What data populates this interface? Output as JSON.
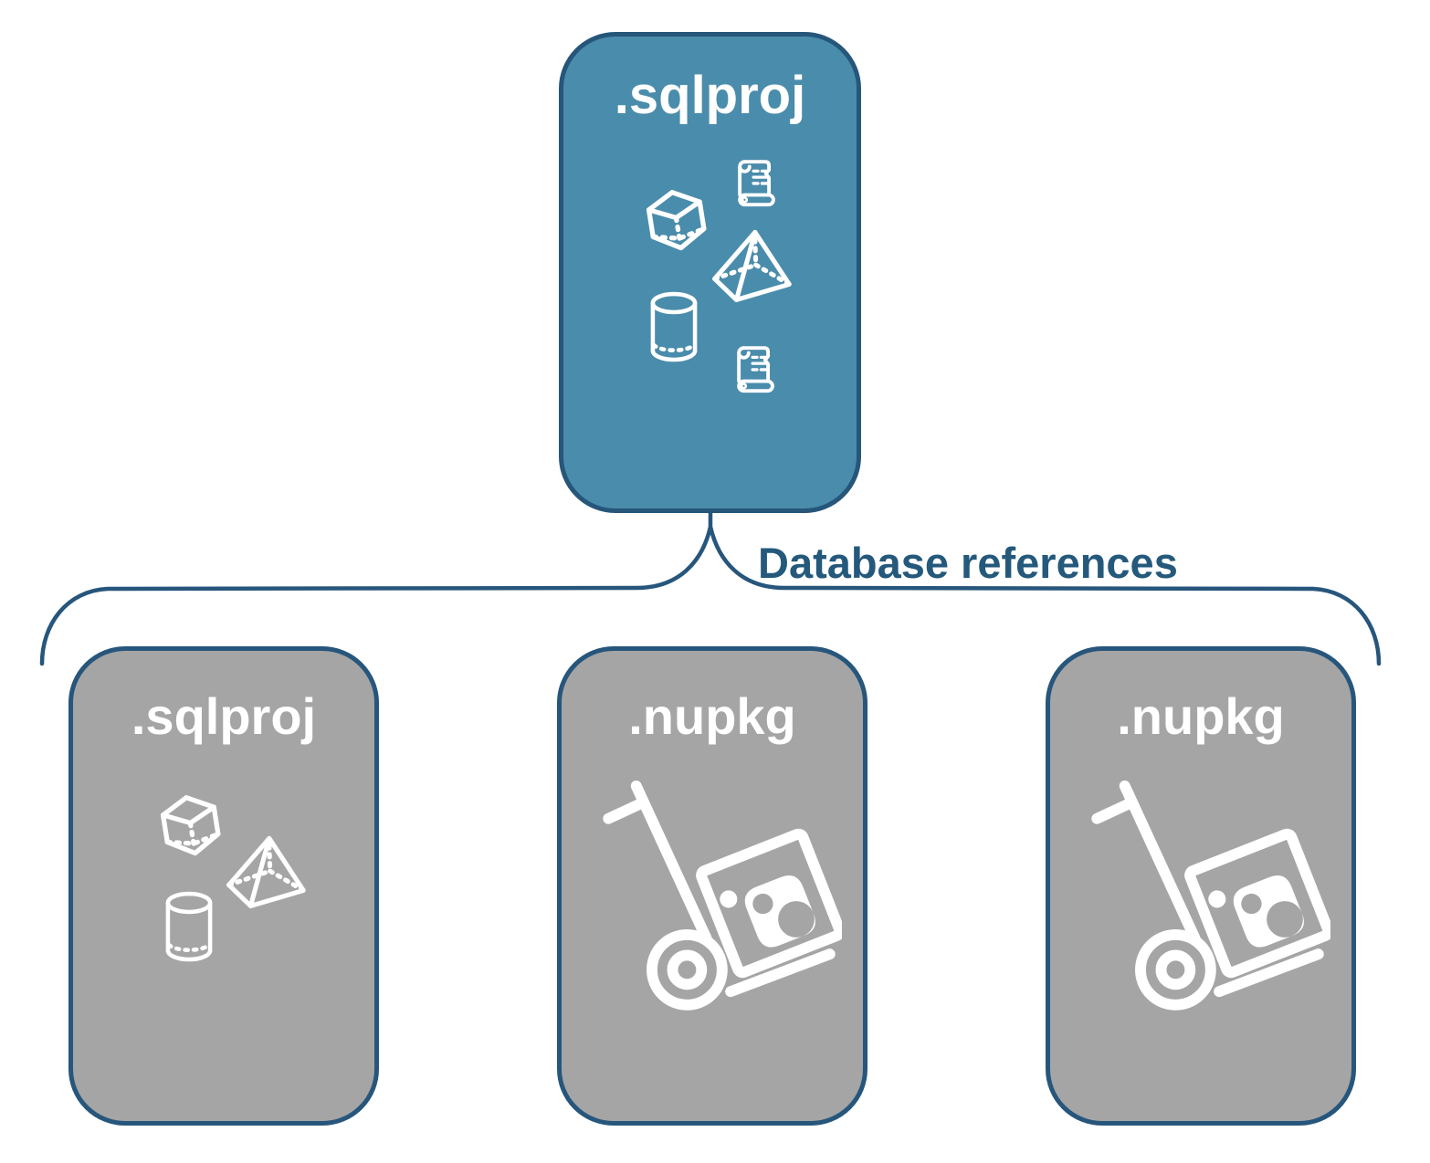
{
  "diagram": {
    "root": {
      "label": ".sqlproj"
    },
    "connector_label": "Database references",
    "children": [
      {
        "label": ".sqlproj"
      },
      {
        "label": ".nupkg"
      },
      {
        "label": ".nupkg"
      }
    ],
    "icons": {
      "root_box": [
        "scroll-icon",
        "cube-icon",
        "pyramid-icon",
        "cylinder-icon",
        "scroll-icon"
      ],
      "child_sqlproj": [
        "cube-icon",
        "pyramid-icon",
        "cylinder-icon"
      ],
      "child_nupkg": [
        "hand-truck-icon",
        "nuget-package-icon"
      ]
    },
    "colors": {
      "background": "#ffffff",
      "root_fill": "#4a8cab",
      "root_border": "#26567a",
      "child_fill": "#a5a5a5",
      "child_border": "#27567c",
      "connector": "#27567c",
      "label_text": "#24597c",
      "title_text": "#ffffff",
      "icon": "#ffffff"
    }
  }
}
